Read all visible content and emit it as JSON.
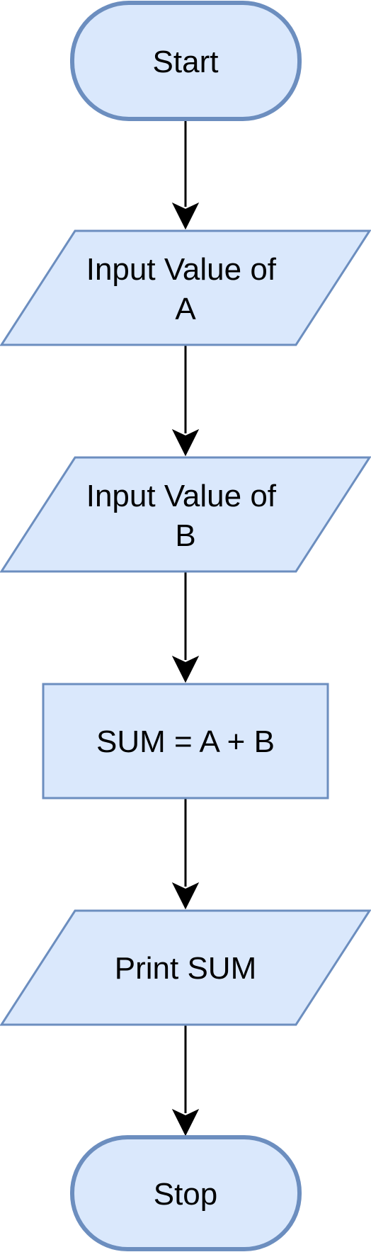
{
  "nodes": [
    {
      "id": "start",
      "shape": "terminator",
      "lines": [
        "Start"
      ]
    },
    {
      "id": "input-a",
      "shape": "parallelogram",
      "lines": [
        "Input Value of",
        "A"
      ]
    },
    {
      "id": "input-b",
      "shape": "parallelogram",
      "lines": [
        "Input Value of",
        "B"
      ]
    },
    {
      "id": "sum",
      "shape": "process",
      "lines": [
        "SUM = A + B"
      ]
    },
    {
      "id": "print-sum",
      "shape": "parallelogram",
      "lines": [
        "Print SUM"
      ]
    },
    {
      "id": "stop",
      "shape": "terminator",
      "lines": [
        "Stop"
      ]
    }
  ],
  "edges": [
    {
      "from": "start",
      "to": "input-a"
    },
    {
      "from": "input-a",
      "to": "input-b"
    },
    {
      "from": "input-b",
      "to": "sum"
    },
    {
      "from": "sum",
      "to": "print-sum"
    },
    {
      "from": "print-sum",
      "to": "stop"
    }
  ],
  "colors": {
    "node_fill": "#dae8fc",
    "node_stroke": "#6c8ebf",
    "edge": "#000000",
    "text": "#000000"
  }
}
